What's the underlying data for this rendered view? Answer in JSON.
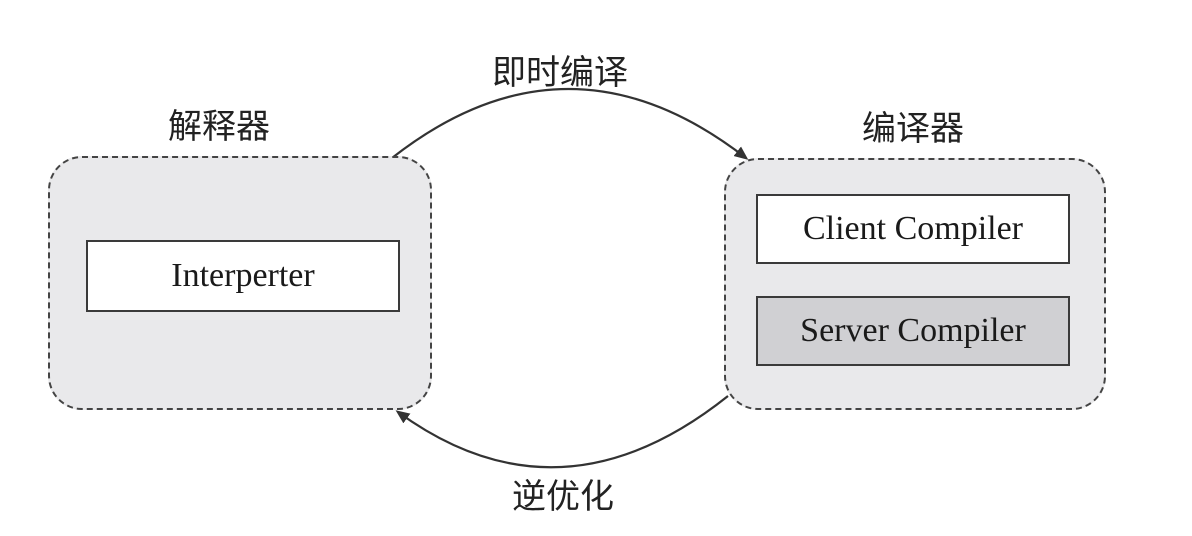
{
  "interpreter_group": {
    "title": "解释器",
    "component": "Interperter"
  },
  "compiler_group": {
    "title": "编译器",
    "components": [
      "Client Compiler",
      "Server Compiler"
    ]
  },
  "transitions": {
    "top": "即时编译",
    "bottom": "逆优化"
  },
  "colors": {
    "group_fill": "#e9e9eb",
    "shaded_box": "#d0d0d3",
    "stroke": "#3a3a3a"
  }
}
